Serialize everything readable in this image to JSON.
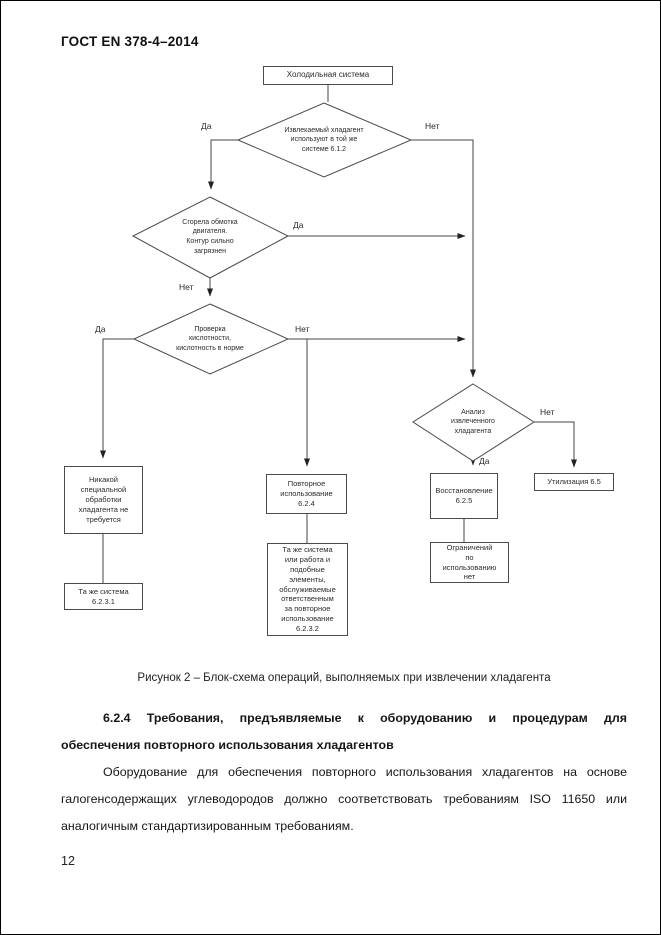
{
  "header": {
    "title": "ГОСТ EN 378-4–2014"
  },
  "figure": {
    "caption": "Рисунок 2 – Блок-схема операций, выполняемых при извлечении хладагента",
    "nodes": {
      "start": "Холодильная система",
      "decision_same_system": "Извлекаемый хладагент\nиспользуют в той же\nсистеме 6.1.2",
      "decision_motor_burnout": "Сгорела обмотка\nдвигателя.\nКонтур сильно\nзагрязнен",
      "decision_acidity": "Проверка\nкислотности,\nкислотность в норме",
      "decision_analysis": "Анализ\nизвлеченного\nхладагента",
      "no_treatment": "Никакой\nспециальной\nобработки\nхладагента не\nтребуется",
      "same_system_1": "Та же система\n6.2.3.1",
      "reuse": "Повторное\nиспользование\n6.2.4",
      "same_system_2": "Та же система\nили работа и\nподобные\nэлементы,\nобслуживаемые\nответственным\nза повторное\nиспользование\n6.2.3.2",
      "recovery": "Восстановление\n6.2.5",
      "no_restrictions": "Ограничений\nпо\nиспользованию\nнет",
      "disposal": "Утилизация 6.5"
    },
    "edge_labels": {
      "d1_yes": "Да",
      "d1_no": "Нет",
      "d2_yes": "Да",
      "d2_no": "Нет",
      "d3_yes": "Да",
      "d3_no": "Нет",
      "d4_yes": "Да",
      "d4_no": "Нет"
    }
  },
  "section": {
    "heading_lines": [
      "6.2.4 Требования, предъявляемые к оборудованию и процедурам для",
      "обеспечения повторного использования хладагентов"
    ],
    "body_lines": [
      "Оборудование для обеспечения повторного использования хладагентов на основе",
      "галогенсодержащих углеводородов должно соответствовать требованиям ISO 11650 или",
      "аналогичным стандартизированным требованиям."
    ]
  },
  "footer": {
    "page_number": "12"
  }
}
